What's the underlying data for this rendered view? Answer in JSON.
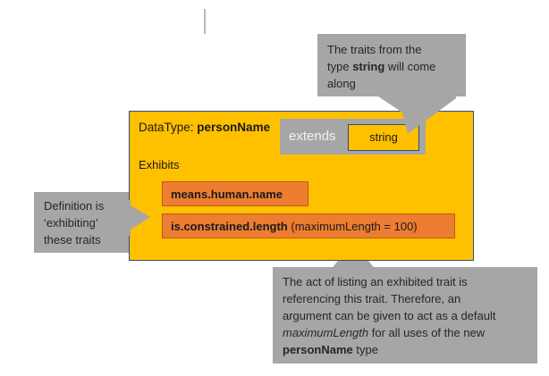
{
  "diagram": {
    "panel": {
      "title_prefix": "DataType: ",
      "title_name": "personName",
      "exhibits_label": "Exhibits",
      "extends_label": "extends",
      "extends_type": "string",
      "traits": [
        {
          "name": "means.human.name",
          "args": ""
        },
        {
          "name": "is.constrained.length",
          "args": " (maximumLength = 100)"
        }
      ]
    },
    "callouts": {
      "top": {
        "line1": "The traits from the",
        "line2_pre": "type ",
        "line2_bold": "string",
        "line2_post": " will come",
        "line3": "along"
      },
      "left": {
        "line1": "Definition is",
        "line2": "‘exhibiting’",
        "line3": "these traits"
      },
      "bottom": {
        "line1": "The act of listing an exhibited trait is",
        "line2": "referencing this trait. Therefore, an",
        "line3": "argument can be given to act as a default",
        "line4_italic": "maximumLength",
        "line4_post": " for all uses of the new",
        "line5_bold": "personName",
        "line5_post": " type"
      }
    },
    "colors": {
      "panel_gold": "#FFC000",
      "panel_border": "#2E4E7E",
      "trait_orange": "#ED7D31",
      "trait_border": "#C15A18",
      "callout_gray": "#A6A6A6",
      "extends_text": "#F2F2F2",
      "text": "#262626"
    }
  }
}
